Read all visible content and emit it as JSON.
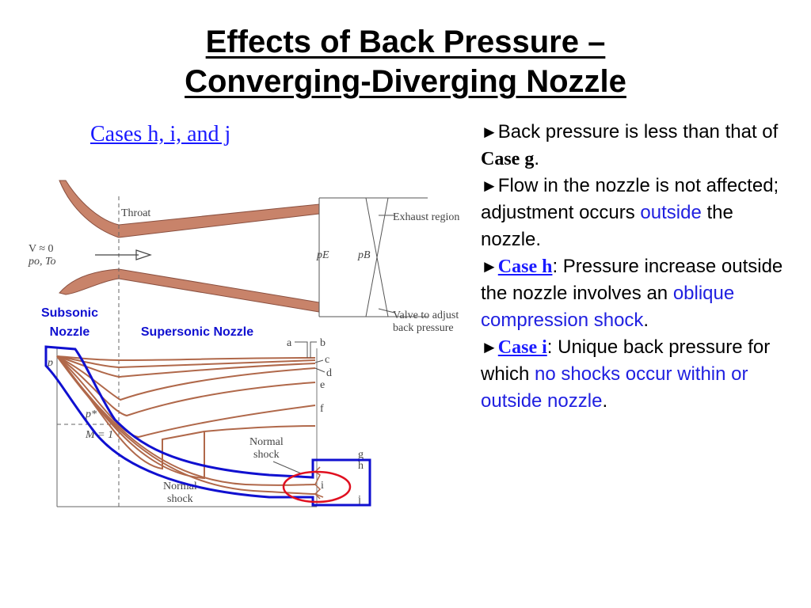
{
  "title": {
    "line1": "Effects of Back Pressure –",
    "line2": "Converging-Diverging Nozzle"
  },
  "cases_heading": "Cases h, i, and j",
  "diagram": {
    "throat": "Throat",
    "exhaust_region": "Exhaust region",
    "inlet_velocity": "V ≈ 0",
    "inlet_conditions": "po, To",
    "pe": "pE",
    "pb": "pB",
    "valve_line1": "Valve to adjust",
    "valve_line2": "back pressure",
    "subsonic_line1": "Subsonic",
    "subsonic_line2": "Nozzle",
    "supersonic": "Supersonic Nozzle",
    "curve_labels": [
      "a",
      "b",
      "c",
      "d",
      "e",
      "f",
      "g",
      "h",
      "i",
      "j"
    ],
    "p_axis": "p",
    "p_star": "p*",
    "mach_one": "M = 1",
    "normal_shock_1_line1": "Normal",
    "normal_shock_1_line2": "shock",
    "normal_shock_2_line1": "Normal",
    "normal_shock_2_line2": "shock",
    "colors": {
      "nozzle_wall": "#c8836a",
      "pressure_curve": "#b0684a",
      "highlight_blue": "#1010d0",
      "highlight_red": "#e01020"
    }
  },
  "bullets": {
    "b1_text1": "Back pressure is less than that of ",
    "b1_case": "Case g",
    "b1_text2": ".",
    "b2_text": "Flow in the nozzle is not affected; adjustment occurs ",
    "b2_blue": "outside",
    "b2_text2": " the nozzle.",
    "b3_case": "Case h",
    "b3_text": ":  Pressure increase outside the nozzle involves an ",
    "b3_blue": "oblique compression shock",
    "b3_text2": ".",
    "b4_case": "Case i",
    "b4_text": ":  Unique back pressure for which ",
    "b4_blue": "no shocks occur within or outside nozzle",
    "b4_text2": "."
  }
}
